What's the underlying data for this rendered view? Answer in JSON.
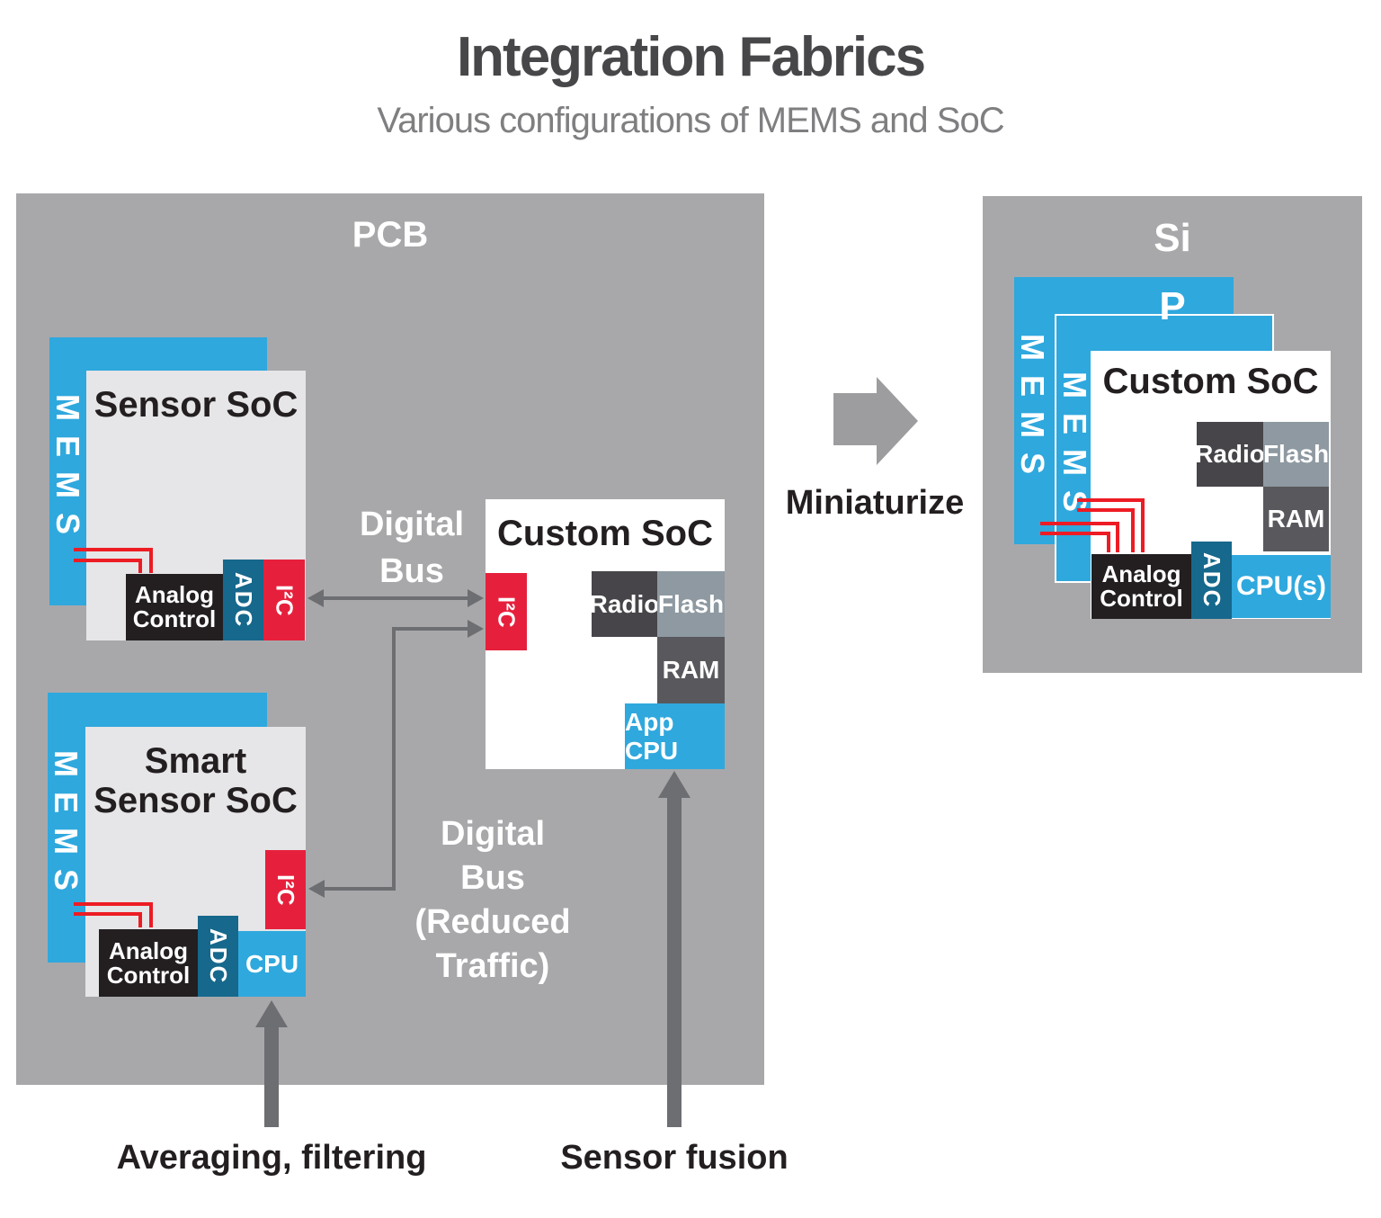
{
  "header": {
    "title": "Integration Fabrics",
    "subtitle": "Various configurations of MEMS and SoC"
  },
  "pcb": {
    "label": "PCB",
    "sensor_soc": {
      "mems": "MEMS",
      "title": "Sensor SoC",
      "analog_control": [
        "Analog",
        "Control"
      ],
      "adc": "ADC",
      "i2c": "I²C"
    },
    "smart_sensor_soc": {
      "mems": "MEMS",
      "title": [
        "Smart",
        "Sensor SoC"
      ],
      "analog_control": [
        "Analog",
        "Control"
      ],
      "adc": "ADC",
      "cpu": "CPU",
      "i2c": "I²C"
    },
    "custom_soc": {
      "title": "Custom SoC",
      "i2c": "I²C",
      "radio": "Radio",
      "flash": "Flash",
      "ram": "RAM",
      "app_cpu": "App CPU"
    },
    "digital_bus": [
      "Digital",
      "Bus"
    ],
    "digital_bus_reduced": [
      "Digital",
      "Bus",
      "(Reduced",
      "Traffic)"
    ]
  },
  "miniaturize_label": "Miniaturize",
  "sip": {
    "label_si": "Si",
    "label_p": "P",
    "mems_outer": "MEMS",
    "mems_inner": "MEMS",
    "custom_soc": {
      "title": "Custom SoC",
      "radio": "Radio",
      "flash": "Flash",
      "ram": "RAM",
      "analog_control": [
        "Analog",
        "Control"
      ],
      "adc": "ADC",
      "cpu": "CPU(s)"
    }
  },
  "annotations": {
    "averaging": "Averaging, filtering",
    "sensor_fusion": "Sensor fusion"
  },
  "colors": {
    "board_gray": "#a8a8ab",
    "chip_light_gray": "#e6e5e7",
    "mems_blue": "#2fa8dd",
    "i2c_red": "#e6203c",
    "wire_red": "#ed1c24",
    "adc_teal": "#16688c",
    "analog_black": "#231f20",
    "radio_dark": "#474549",
    "flash_gray": "#8e99a1",
    "ram_gray": "#59585c",
    "bus_arrow_gray": "#6d6e71",
    "miniaturize_arrow_gray": "#9d9da0",
    "title_dark": "#474649",
    "subtitle_gray": "#7f7f82"
  }
}
